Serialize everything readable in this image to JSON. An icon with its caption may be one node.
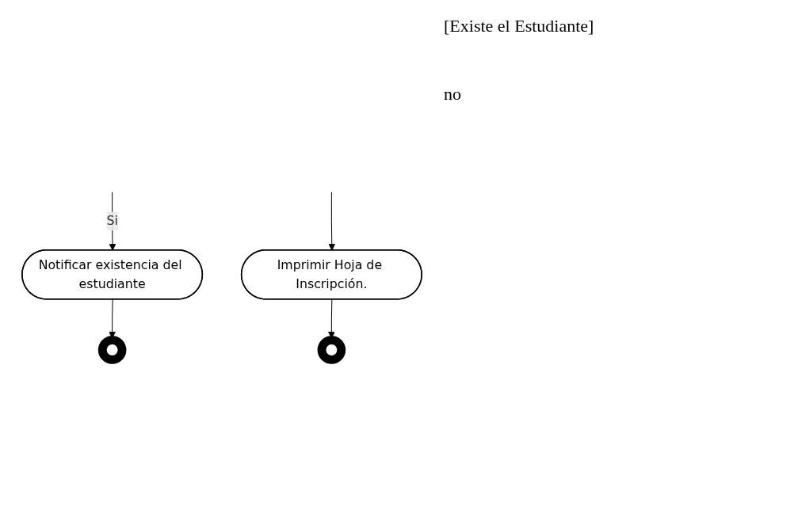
{
  "diagram": {
    "nodes": [
      {
        "text": [
          "Notificar existencia del estudiante"
        ]
      },
      {
        "text": [],
        "shape": "circle"
      },
      {
        "text": [
          "Imprimir Hoja de Inscripción."
        ]
      },
      {
        "text": [],
        "shape": "circle"
      }
    ],
    "edges": [
      {
        "from": null,
        "to": 0,
        "arrow": "to",
        "label": "Si"
      },
      {
        "from": 0,
        "to": 1,
        "arrow": "to"
      },
      {
        "from": null,
        "to": 2,
        "arrow": "to"
      },
      {
        "from": 2,
        "to": 3,
        "arrow": "to"
      }
    ],
    "labels": [
      "[Existe el Estudiante]",
      "no"
    ]
  }
}
